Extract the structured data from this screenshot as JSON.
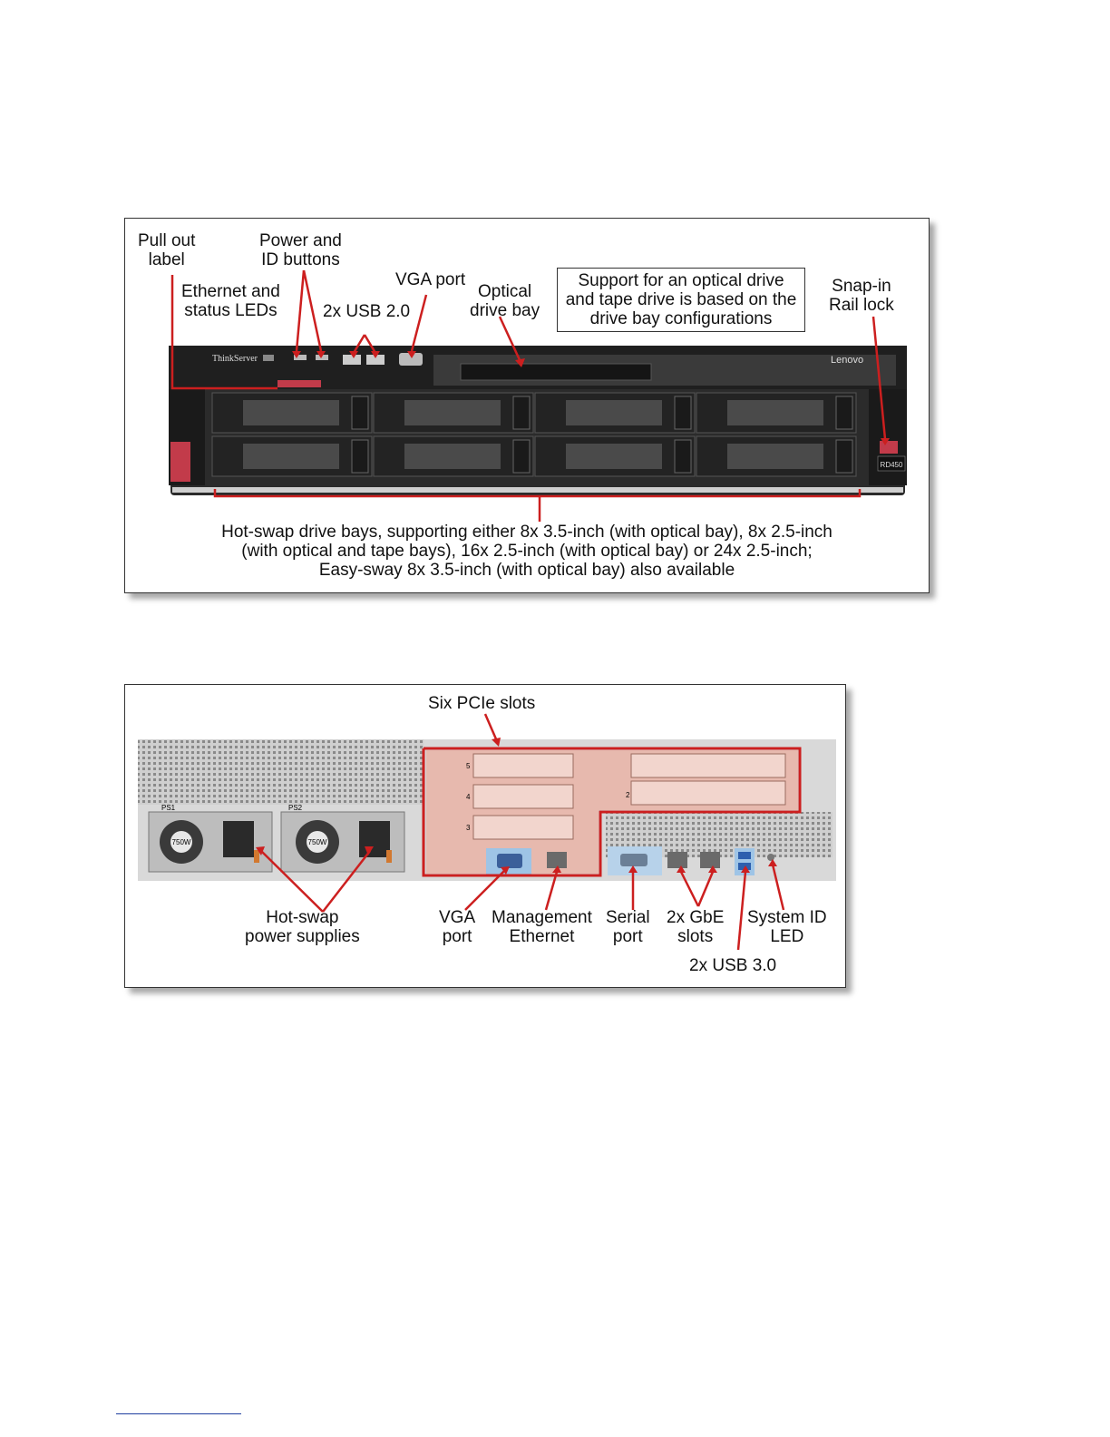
{
  "front_view": {
    "pull_out_label": [
      "Pull out",
      "label"
    ],
    "power_id_buttons": [
      "Power and",
      "ID buttons"
    ],
    "ethernet_status_leds": [
      "Ethernet and",
      "status LEDs"
    ],
    "vga_port": "VGA port",
    "usb_2": "2x USB 2.0",
    "optical_drive_bay": [
      "Optical",
      "drive bay"
    ],
    "optical_tape_note": [
      "Support for an optical drive",
      "and tape drive is based on the",
      "drive bay configurations"
    ],
    "snap_in_rail_lock": [
      "Snap-in",
      "Rail lock"
    ],
    "hot_swap_drive_bays": [
      "Hot-swap drive bays, supporting either 8x 3.5-inch (with optical bay), 8x 2.5-inch",
      "(with optical and tape bays), 16x 2.5-inch (with optical bay) or 24x 2.5-inch;",
      "Easy-sway 8x 3.5-inch (with optical bay) also available"
    ],
    "bezel_brand": "ThinkServer",
    "bezel_vendor": "Lenovo",
    "model_tag": "RD450"
  },
  "rear_view": {
    "six_pcie_slots": "Six PCIe slots",
    "hot_swap_psu": [
      "Hot-swap",
      "power supplies"
    ],
    "vga_port": [
      "VGA",
      "port"
    ],
    "mgmt_ethernet": [
      "Management",
      "Ethernet"
    ],
    "serial_port": [
      "Serial",
      "port"
    ],
    "gbe_slots": [
      "2x GbE",
      "slots"
    ],
    "system_id_led": [
      "System ID",
      "LED"
    ],
    "usb_3": "2x USB 3.0",
    "psu1_label": "PS1",
    "psu2_label": "PS2",
    "psu_rating": "750W",
    "slot_numbers": [
      "5",
      "4",
      "3",
      "2"
    ]
  },
  "colors": {
    "callout": "#cc1f1f",
    "chassis": "#2b2b2b",
    "pcie_bracket": "#e7b9ae",
    "port_highlight": "#9ec4e6"
  }
}
